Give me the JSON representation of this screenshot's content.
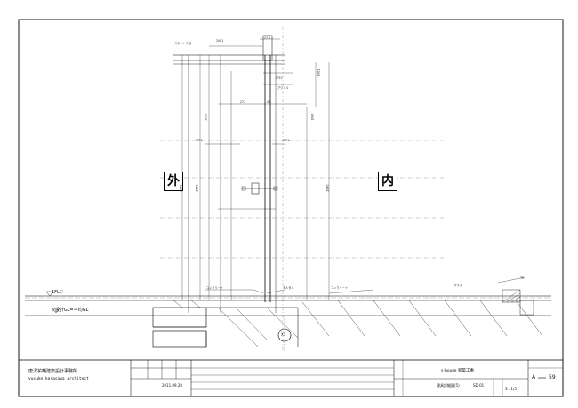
{
  "labels": {
    "outside": "外",
    "inside": "内",
    "floor_level": "1FL▽",
    "design_gl": "▽設計GL=平均GL",
    "axis_marker": "X1"
  },
  "notes": [
    "2001",
    "27.5",
    "ステンレス製",
    "STFL",
    "アクリル",
    "2041",
    "2040",
    "2050",
    "1000",
    "277",
    "46",
    "STFL",
    "STFL",
    "2040",
    "2001",
    "コンクリート",
    "モルタル",
    "コンクリート",
    "ガラス",
    "75"
  ],
  "title_block": {
    "office_name_jp": "唐沢祐輔建築設計事務所",
    "office_name_en": "yusuke karasawa architect",
    "date": "2011.09.28",
    "project": "s-house 新築工事",
    "drawing_name": "建具詳細図(5)",
    "drawing_code": "SD-01",
    "scale": "S : 1/5",
    "sheet_prefix": "A",
    "sheet_number": "59"
  }
}
